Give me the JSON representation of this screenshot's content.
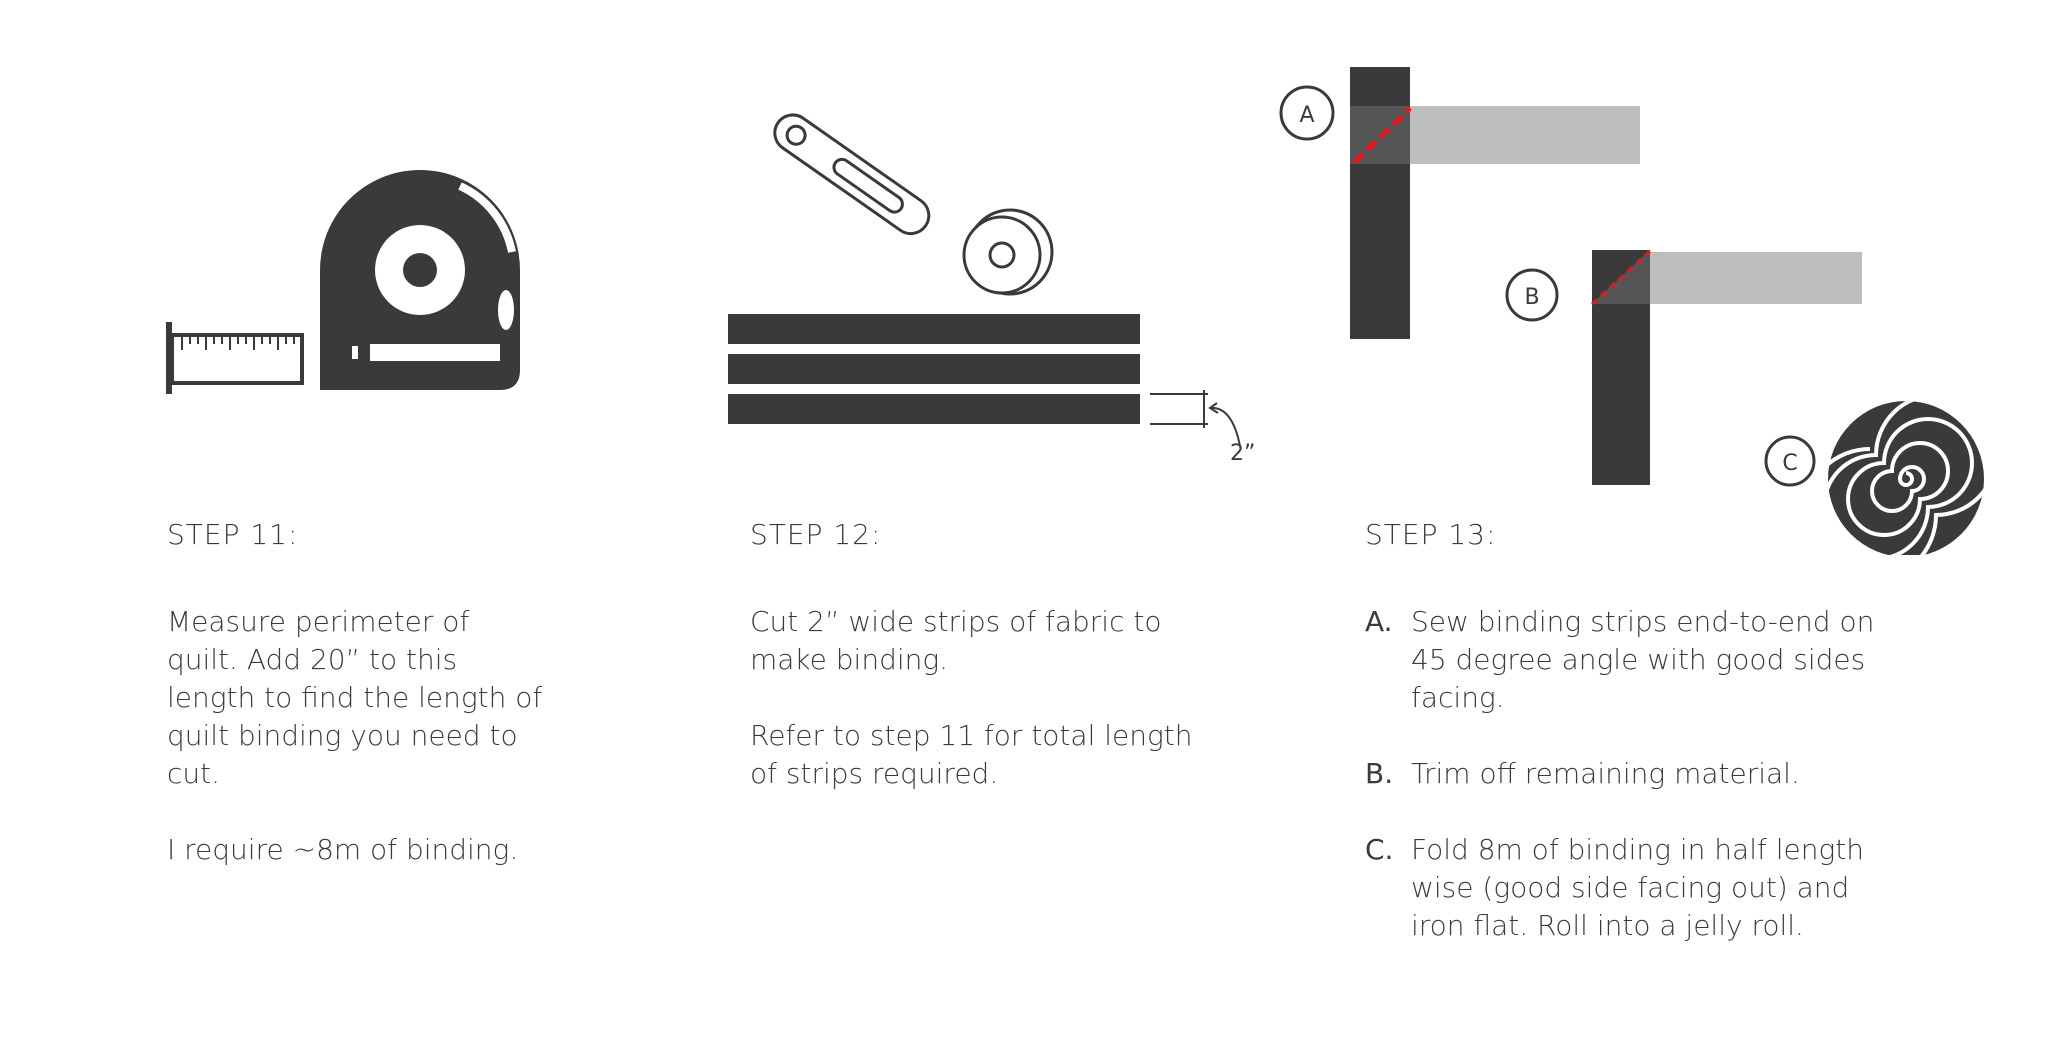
{
  "colors": {
    "ink": "#3a3a3a",
    "strip_gray": "#bdbdbd",
    "stitch_red": "#e8161a"
  },
  "illustrations": {
    "step11_icon": "tape-measure-icon",
    "step12_icon": "rotary-cutter-icon",
    "strip_width_label": "2”",
    "markers": [
      "A",
      "B",
      "C"
    ]
  },
  "steps": [
    {
      "heading": "STEP 11:",
      "paragraphs": [
        "Measure perimeter of quilt.  Add 20” to this length to find the length of quilt binding you need to cut.",
        "I require ~8m of binding."
      ]
    },
    {
      "heading": "STEP 12:",
      "paragraphs": [
        "Cut 2” wide strips of fabric to make binding.",
        "Refer to step 11 for total length of strips required."
      ]
    },
    {
      "heading": "STEP 13:",
      "items": [
        {
          "letter": "A.",
          "text": "Sew binding strips end-to-end on 45 degree angle with good sides facing."
        },
        {
          "letter": "B.",
          "text": "Trim off remaining material."
        },
        {
          "letter": "C.",
          "text": "Fold 8m of binding in half length wise (good side facing out) and iron flat. Roll into a jelly roll."
        }
      ]
    }
  ]
}
